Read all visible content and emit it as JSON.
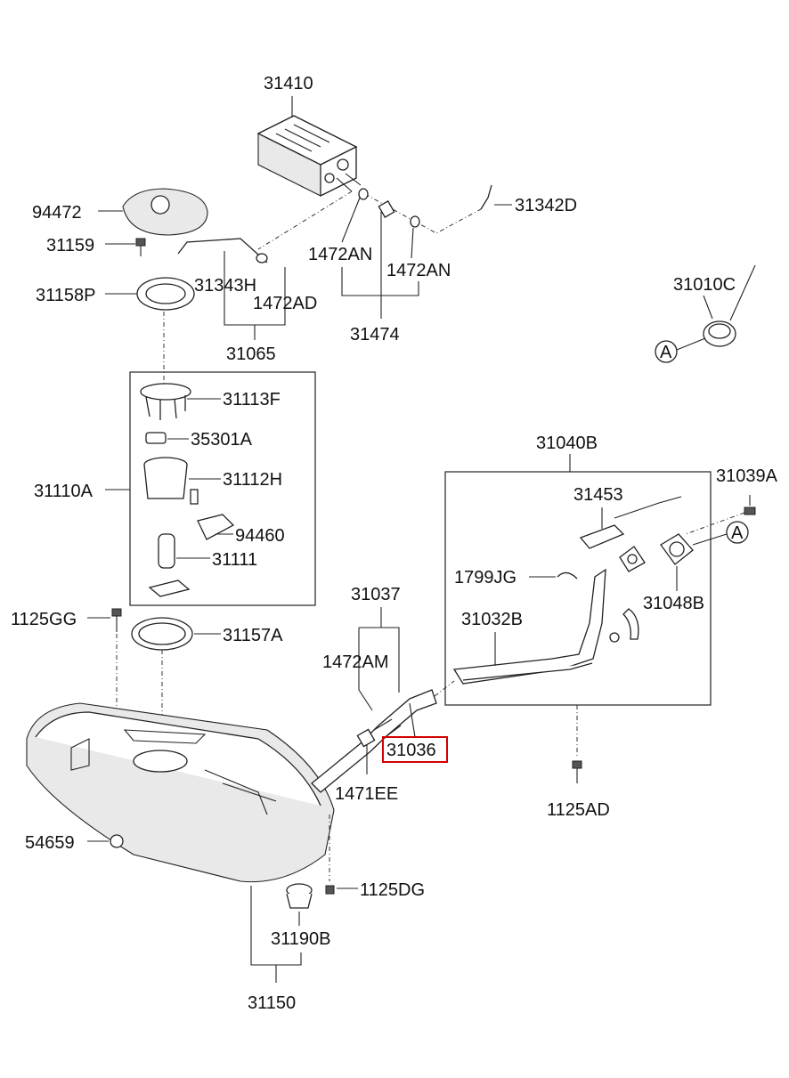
{
  "callouts": {
    "p31410": "31410",
    "p94472": "94472",
    "p31159": "31159",
    "p31158P": "31158P",
    "p31343H": "31343H",
    "p1472AD": "1472AD",
    "p31065": "31065",
    "p1472AN_a": "1472AN",
    "p1472AN_b": "1472AN",
    "p31474": "31474",
    "p31342D": "31342D",
    "p31010C": "31010C",
    "refA_1": "A",
    "refA_2": "A",
    "p31113F": "31113F",
    "p35301A": "35301A",
    "p31110A": "31110A",
    "p31112H": "31112H",
    "p94460": "94460",
    "p31111": "31111",
    "p31040B": "31040B",
    "p31453": "31453",
    "p31039A": "31039A",
    "p1799JG": "1799JG",
    "p31048B": "31048B",
    "p31032B": "31032B",
    "p31037": "31037",
    "p1472AM": "1472AM",
    "p31036": "31036",
    "p1471EE": "1471EE",
    "p1125GG": "1125GG",
    "p31157A": "31157A",
    "p1125AD": "1125AD",
    "p54659": "54659",
    "p1125DG": "1125DG",
    "p31190B": "31190B",
    "p31150": "31150"
  },
  "highlight": {
    "color": "#d40000",
    "part": "31036"
  }
}
